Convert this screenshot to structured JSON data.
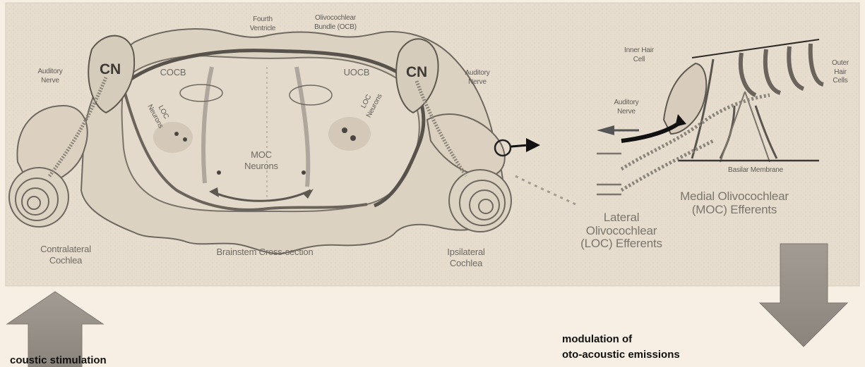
{
  "brainstem": {
    "fourth_ventricle": "Fourth\nVentricle",
    "ocb": "Olivocochlear\nBundle (OCB)",
    "cocb": "COCB",
    "uocb": "UOCB",
    "cn_left": "CN",
    "cn_right": "CN",
    "loc_left": "LOC\nNeurons",
    "loc_right": "LOC\nNeurons",
    "moc": "MOC\nNeurons",
    "auditory_nerve_left": "Auditory\nNerve",
    "auditory_nerve_right": "Auditory\nNerve",
    "contralateral_cochlea": "Contralateral\nCochlea",
    "cross_section": "Brainstem Cross-section",
    "ipsilateral_cochlea": "Ipsilateral\nCochlea"
  },
  "cochlea_detail": {
    "inner_hair_cell": "Inner Hair\nCell",
    "outer_hair_cells": "Outer\nHair\nCells",
    "auditory_nerve": "Auditory\nNerve",
    "basilar_membrane": "Basilar Membrane",
    "moc_efferents": "Medial Olivocochlear\n(MOC) Efferents",
    "loc_efferents": "Lateral\nOlivocochlear\n(LOC) Efferents"
  },
  "captions": {
    "stimulation": "coustic stimulation",
    "modulation": "modulation of\noto-acoustic emissions"
  },
  "colors": {
    "panel": "#e6dccd",
    "tissue": "#d9cfbf",
    "line": "#5a554e",
    "arrow_gray": "#8f8a83",
    "background": "#f7efe4"
  }
}
